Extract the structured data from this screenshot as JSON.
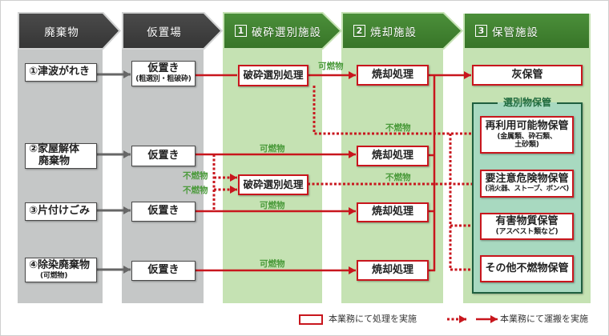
{
  "columns": {
    "waste": {
      "label": "廃棄物"
    },
    "temporary_yard": {
      "label": "仮置場"
    },
    "crushing_sorting_facility": {
      "number": "1",
      "label": "破砕選別施設"
    },
    "incineration_facility": {
      "number": "2",
      "label": "焼却施設"
    },
    "storage_facility": {
      "number": "3",
      "label": "保管施設"
    }
  },
  "sources": [
    {
      "title": "①津波がれき"
    },
    {
      "title": "②家屋解体",
      "title2": "廃棄物"
    },
    {
      "title": "③片付けごみ"
    },
    {
      "title": "④除染廃棄物",
      "sub": "(可燃物)"
    }
  ],
  "temporary_storage": [
    {
      "title": "仮置き",
      "sub": "(粗選別・粗破砕)"
    },
    {
      "title": "仮置き"
    },
    {
      "title": "仮置き"
    },
    {
      "title": "仮置き"
    }
  ],
  "sorting": [
    {
      "title": "破砕選別処理"
    },
    {
      "title": "破砕選別処理"
    }
  ],
  "incineration": [
    {
      "title": "焼却処理"
    },
    {
      "title": "焼却処理"
    },
    {
      "title": "焼却処理"
    },
    {
      "title": "焼却処理"
    }
  ],
  "storage": {
    "ash": {
      "title": "灰保管"
    },
    "group_label": "選別物保管",
    "items": [
      {
        "title": "再利用可能物保管",
        "sub": "(金属類、砕石類、",
        "sub2": "土砂類)"
      },
      {
        "title": "要注意危険物保管",
        "sub": "(消火器、ストーブ、ボンベ)"
      },
      {
        "title": "有害物質保管",
        "sub": "(アスベスト類など)"
      },
      {
        "title": "その他不燃物保管"
      }
    ]
  },
  "flow_labels": [
    "可燃物",
    "不燃物",
    "可燃物",
    "不燃物",
    "不燃物",
    "不燃物",
    "可燃物",
    "可燃物"
  ],
  "legend": {
    "process_label": "本業務にて処理を実施",
    "transport_label": "本業務にて運搬を実施"
  },
  "colors": {
    "red": "#c8161d",
    "gray_header": "#3d3d3d",
    "gray_body": "#c5c7c7",
    "green_header": "#3f7f30",
    "green_body": "#c5e2b3",
    "group_fill": "#a8d9c0",
    "group_border": "#1f5f3f",
    "label_green": "#4a9a3a",
    "arrow_gray": "#666666"
  }
}
